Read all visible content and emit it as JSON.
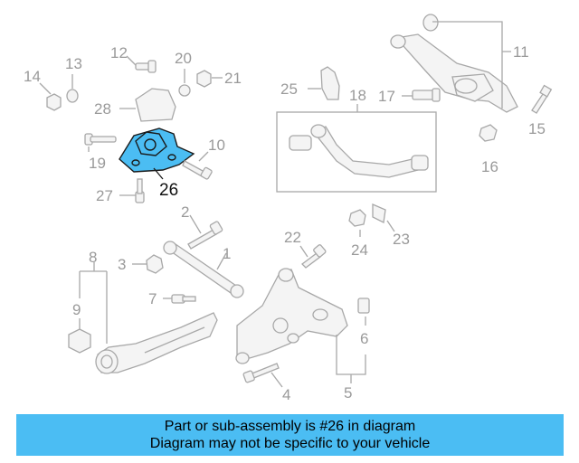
{
  "highlight_color": "#4bbdf3",
  "labels": {
    "l1": "1",
    "l2": "2",
    "l3": "3",
    "l4": "4",
    "l5": "5",
    "l6": "6",
    "l7": "7",
    "l8": "8",
    "l9": "9",
    "l10": "10",
    "l11": "11",
    "l12": "12",
    "l13": "13",
    "l14": "14",
    "l15": "15",
    "l16": "16",
    "l17": "17",
    "l18": "18",
    "l19": "19",
    "l20": "20",
    "l21": "21",
    "l22": "22",
    "l23": "23",
    "l24": "24",
    "l25": "25",
    "l26": "26",
    "l27": "27",
    "l28": "28"
  },
  "banner": {
    "line1": "Part or sub-assembly is #26 in diagram",
    "line2": "Diagram may not be specific to your vehicle"
  }
}
